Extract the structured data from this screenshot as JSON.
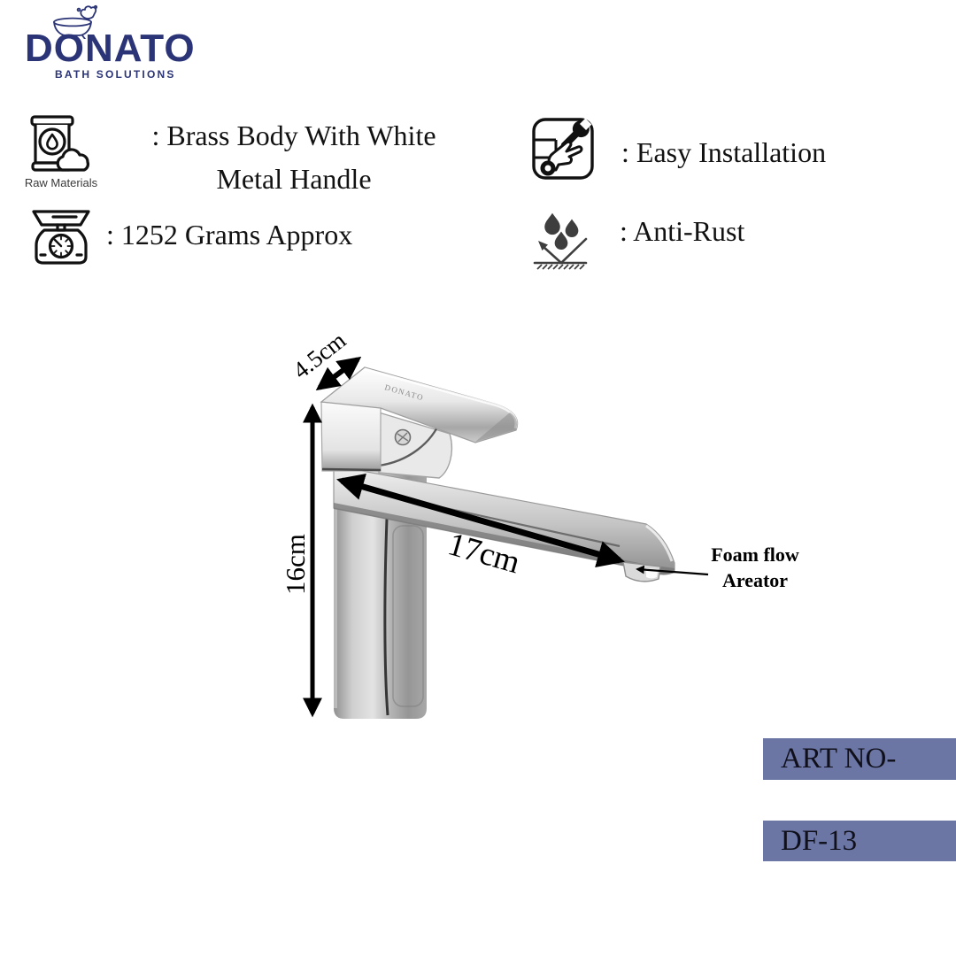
{
  "brand": {
    "name": "DONATO",
    "tagline": "BATH SOLUTIONS",
    "navy_color": "#2b3476"
  },
  "features": [
    {
      "icon": "raw-materials-icon",
      "caption": "Raw Materials",
      "line1": ": Brass Body With White",
      "line2": "Metal Handle"
    },
    {
      "icon": "weighing-scale-icon",
      "text": ": 1252 Grams Approx"
    },
    {
      "icon": "easy-installation-icon",
      "text": ": Easy Installation"
    },
    {
      "icon": "anti-rust-icon",
      "text": ": Anti-Rust"
    }
  ],
  "diagram": {
    "product": "single-lever basin mixer faucet",
    "dim_height": "16cm",
    "dim_top_width": "4.5cm",
    "dim_spout_length": "17cm",
    "callout_line1": "Foam flow",
    "callout_line2": "Areator",
    "engraving": "DONATO"
  },
  "footer": {
    "art_label": "ART NO-",
    "art_value": "DF-13",
    "box_color": "#6b76a4"
  }
}
